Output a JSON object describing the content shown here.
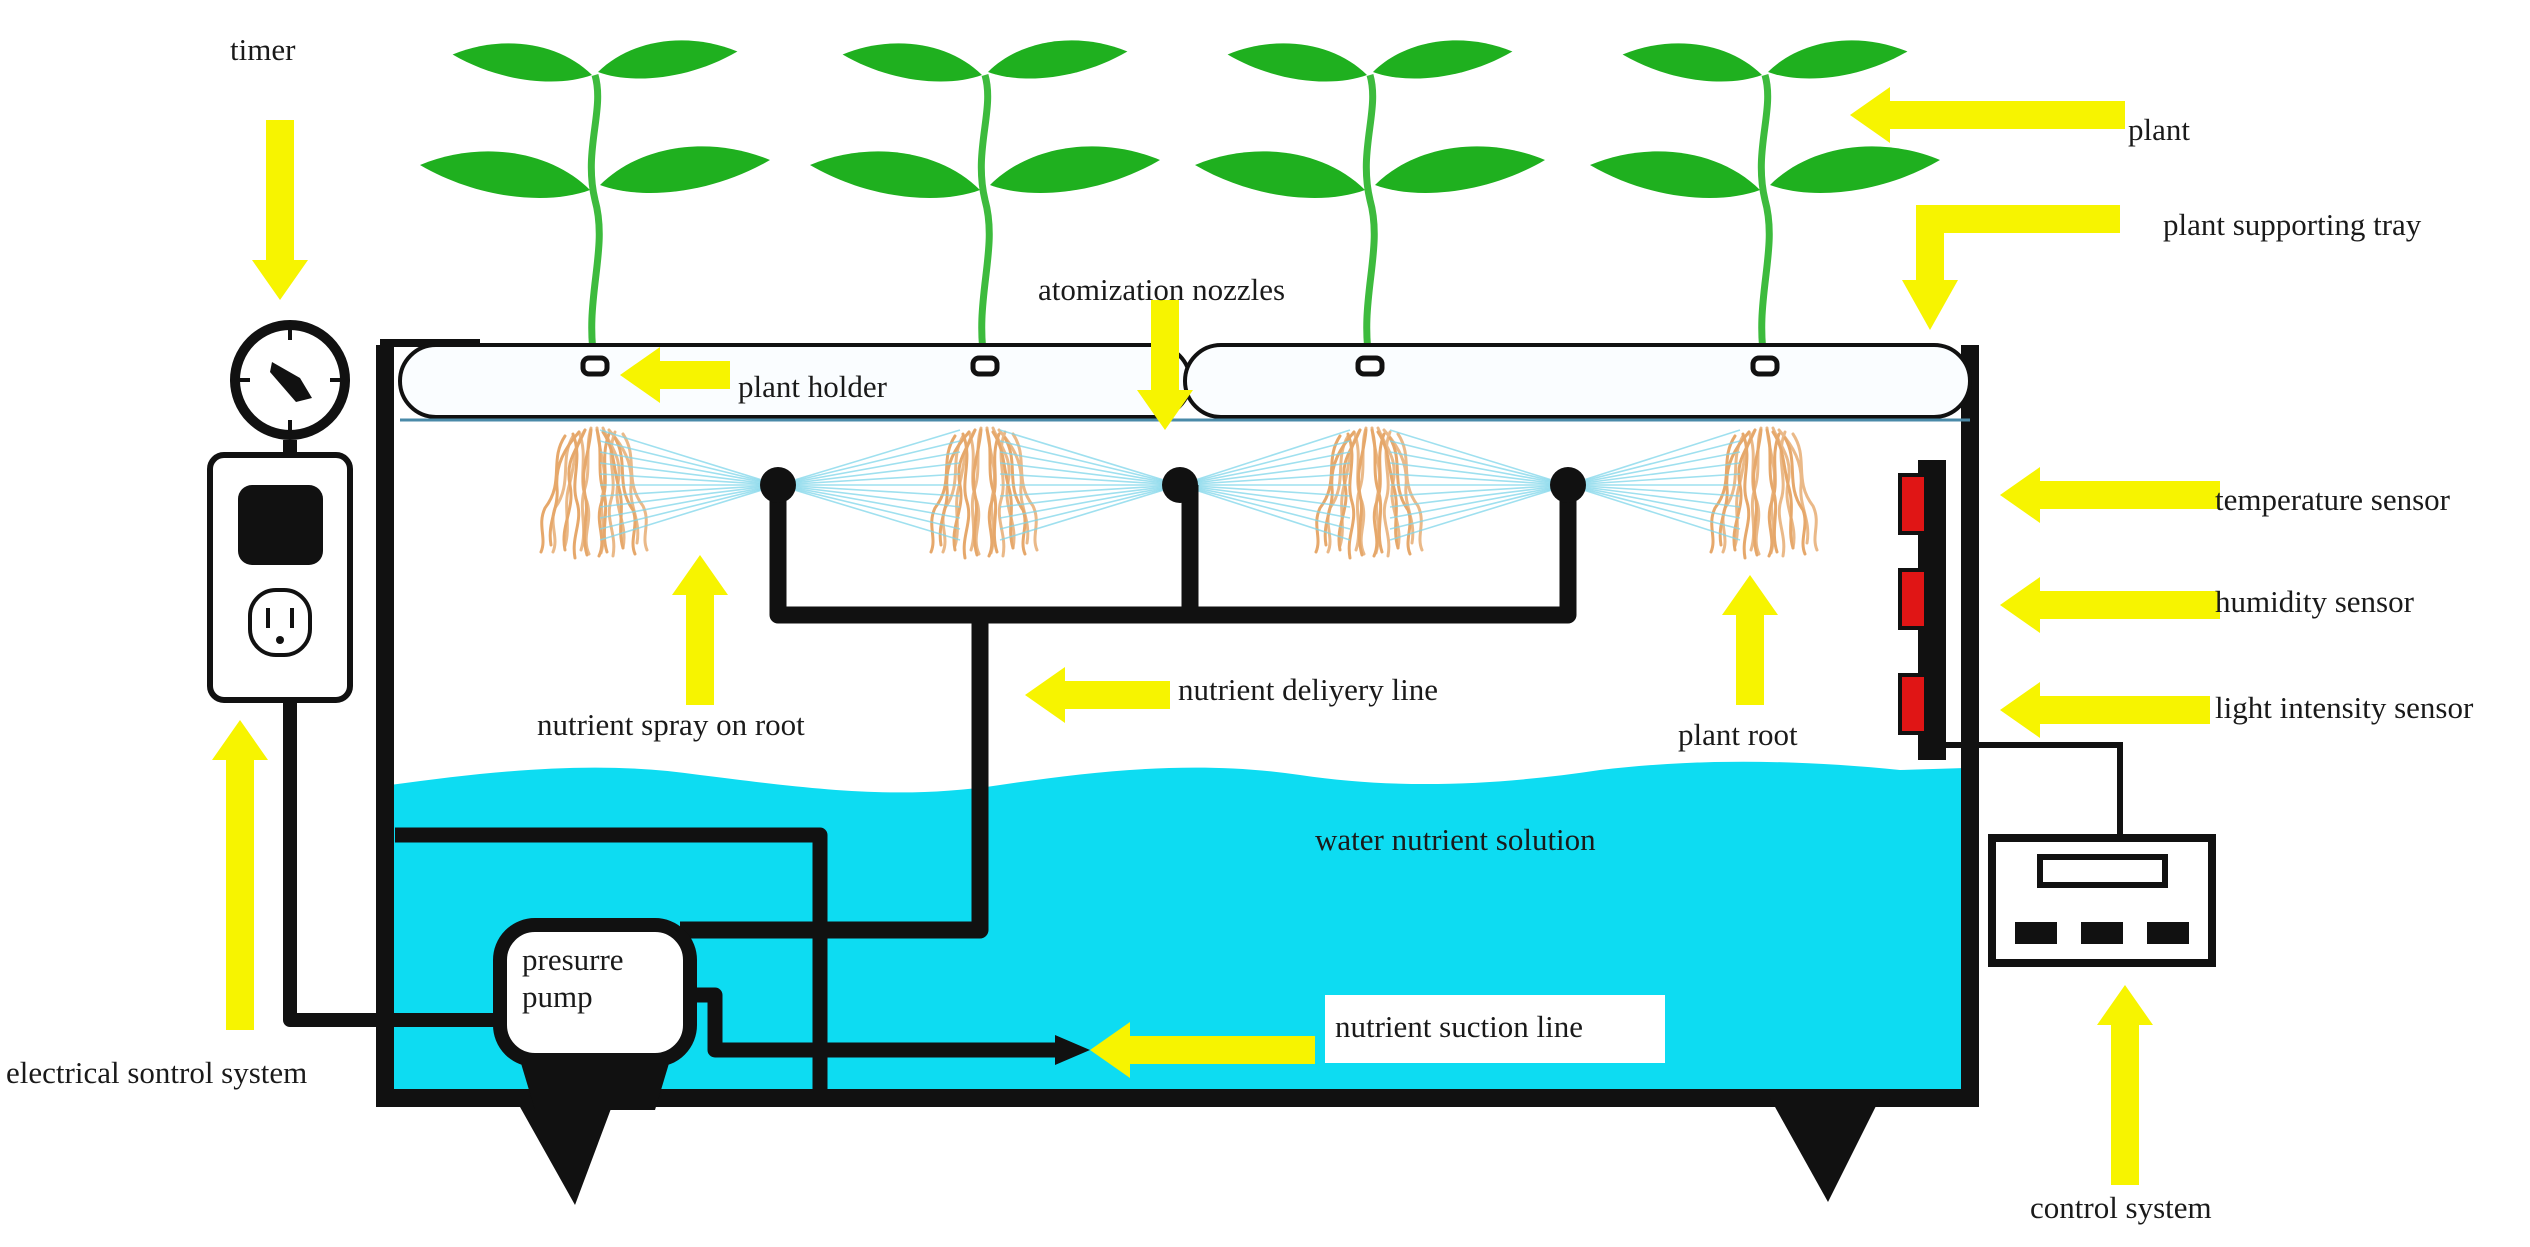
{
  "diagram": {
    "labels": {
      "timer": "timer",
      "plant": "plant",
      "plant_supporting_tray": "plant supporting tray",
      "atomization_nozzles": "atomization nozzles",
      "plant_holder": "plant holder",
      "temperature_sensor": "temperature sensor",
      "humidity_sensor": "humidity sensor",
      "light_intensity_sensor": "light intensity sensor",
      "nutrient_spray_on_root": "nutrient spray on root",
      "nutrient_delivery_line": "nutrient deliyery line",
      "plant_root": "plant root",
      "water_nutrient_solution": "water nutrient solution",
      "pressure_pump_line1": "presurre",
      "pressure_pump_line2": "pump",
      "nutrient_suction_line": "nutrient suction line",
      "electrical_control_system": "electrical sontrol system",
      "control_system": "control system"
    },
    "colors": {
      "arrow": "#f7f400",
      "water": "#0ddcf2",
      "leaf": "#1fb01f",
      "stem": "#3dbb3d",
      "root": "#e6a86b",
      "spray": "#7fd6ea",
      "sensor": "#e01515",
      "structure": "#111111"
    }
  }
}
